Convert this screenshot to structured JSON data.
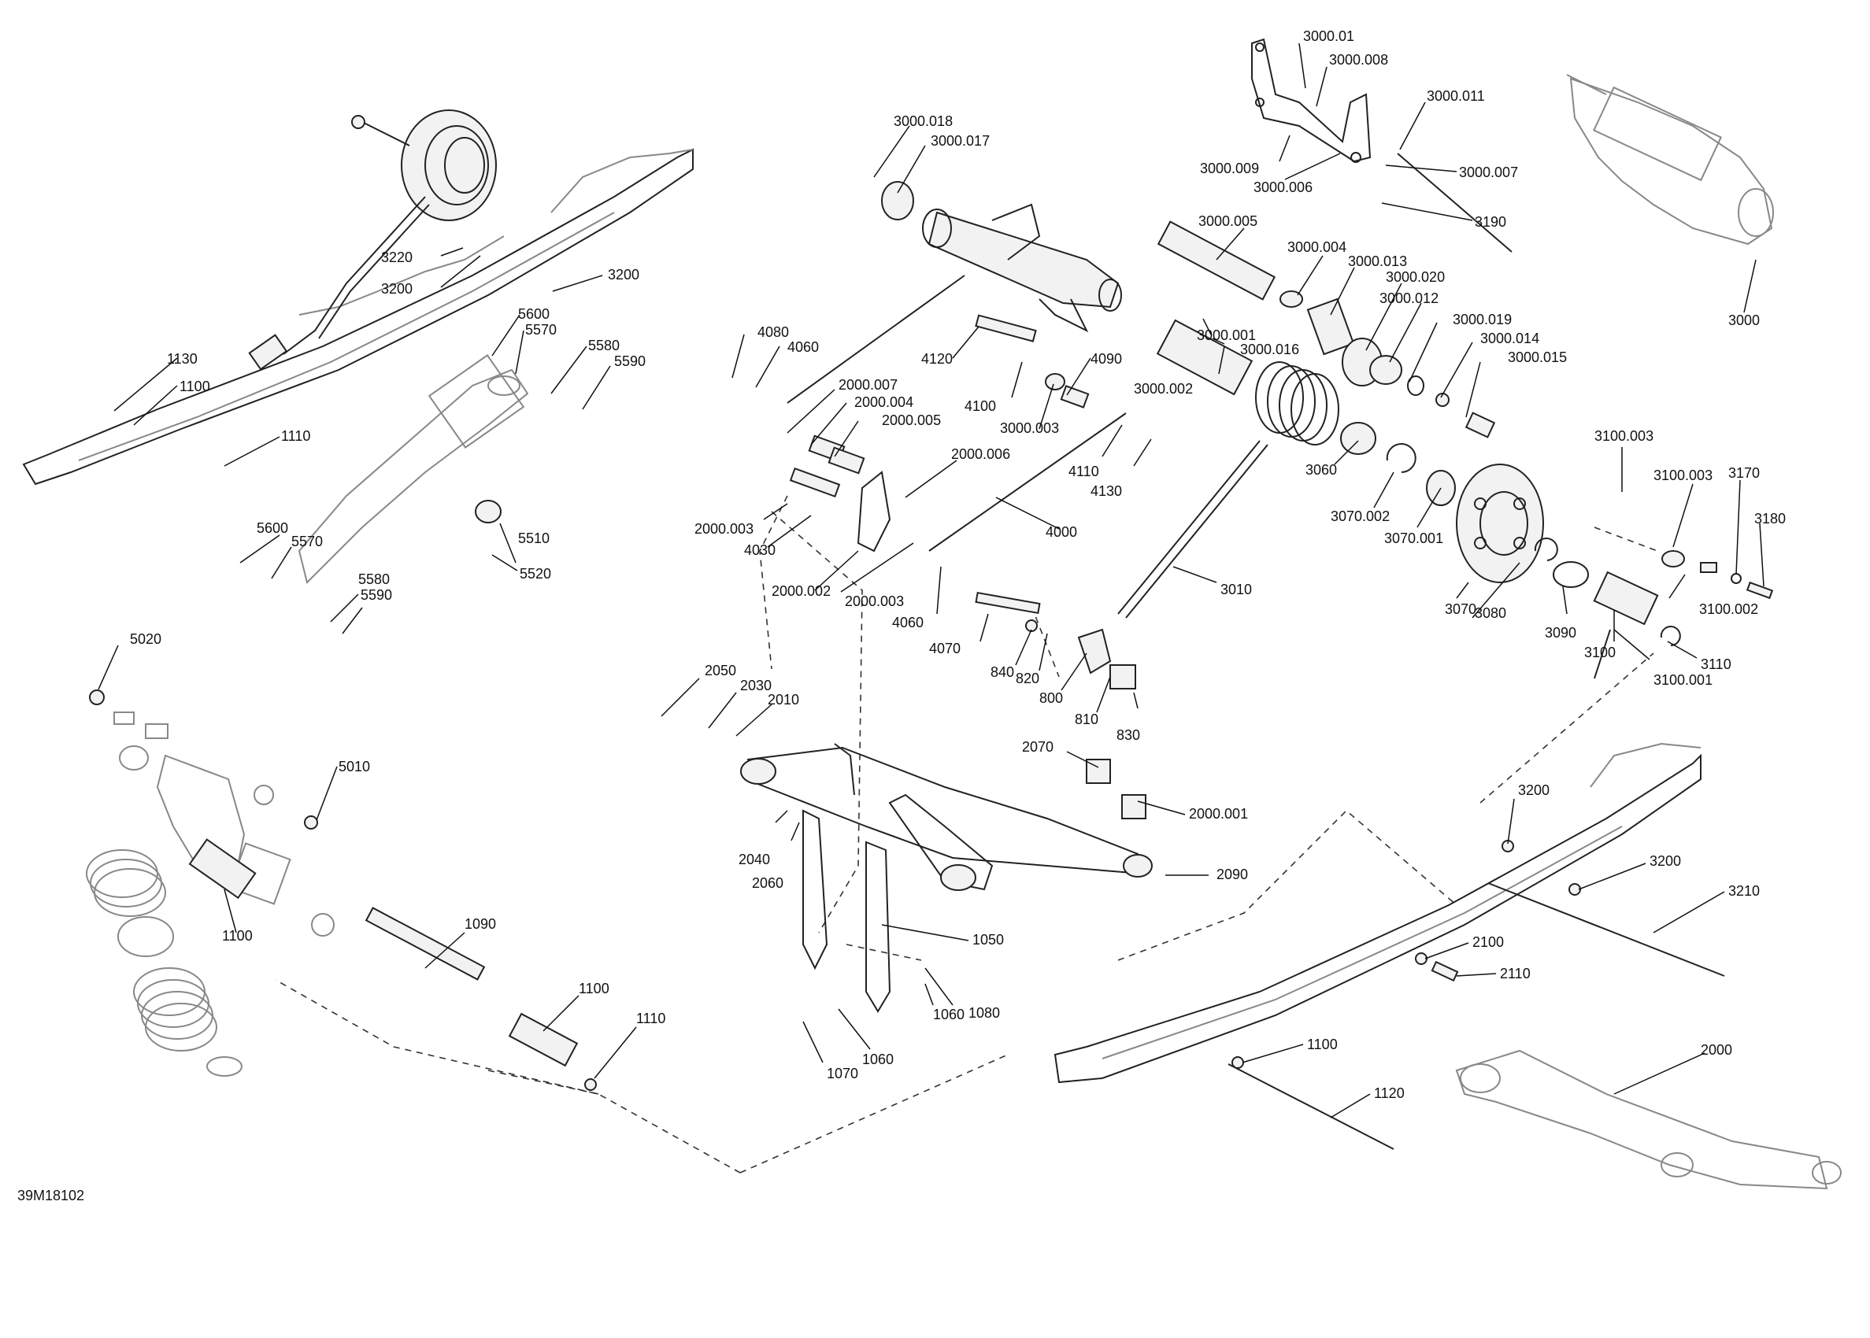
{
  "figure_code": "39M18102",
  "callouts": [
    {
      "id": "c01",
      "text": "3000.01"
    },
    {
      "id": "c02",
      "text": "3000.008"
    },
    {
      "id": "c03",
      "text": "3000.011"
    },
    {
      "id": "c04",
      "text": "3000.009"
    },
    {
      "id": "c05",
      "text": "3000.007"
    },
    {
      "id": "c06",
      "text": "3000.006"
    },
    {
      "id": "c07",
      "text": "3000.018"
    },
    {
      "id": "c08",
      "text": "3000.017"
    },
    {
      "id": "c09",
      "text": "3000.005"
    },
    {
      "id": "c10",
      "text": "3190"
    },
    {
      "id": "c11",
      "text": "3000"
    },
    {
      "id": "c12",
      "text": "3000.004"
    },
    {
      "id": "c13",
      "text": "3000.013"
    },
    {
      "id": "c14",
      "text": "3000.020"
    },
    {
      "id": "c15",
      "text": "3000.012"
    },
    {
      "id": "c16",
      "text": "3000.019"
    },
    {
      "id": "c17",
      "text": "3000.014"
    },
    {
      "id": "c18",
      "text": "3000.015"
    },
    {
      "id": "c19",
      "text": "3000.001"
    },
    {
      "id": "c20",
      "text": "3000.016"
    },
    {
      "id": "c21",
      "text": "3000.002"
    },
    {
      "id": "c22",
      "text": "3220"
    },
    {
      "id": "c23",
      "text": "3200"
    },
    {
      "id": "c24",
      "text": "3200"
    },
    {
      "id": "c25",
      "text": "5600"
    },
    {
      "id": "c26",
      "text": "5570"
    },
    {
      "id": "c27",
      "text": "5580"
    },
    {
      "id": "c28",
      "text": "5590"
    },
    {
      "id": "c29",
      "text": "1130"
    },
    {
      "id": "c30",
      "text": "1100"
    },
    {
      "id": "c31",
      "text": "1110"
    },
    {
      "id": "c32",
      "text": "4080"
    },
    {
      "id": "c33",
      "text": "4060"
    },
    {
      "id": "c34",
      "text": "2000.007"
    },
    {
      "id": "c35",
      "text": "2000.004"
    },
    {
      "id": "c36",
      "text": "2000.005"
    },
    {
      "id": "c37",
      "text": "4120"
    },
    {
      "id": "c38",
      "text": "4100"
    },
    {
      "id": "c39",
      "text": "4090"
    },
    {
      "id": "c40",
      "text": "3000.003"
    },
    {
      "id": "c41",
      "text": "2000.006"
    },
    {
      "id": "c42",
      "text": "4110"
    },
    {
      "id": "c43",
      "text": "4130"
    },
    {
      "id": "c44",
      "text": "3060"
    },
    {
      "id": "c45",
      "text": "3070.002"
    },
    {
      "id": "c46",
      "text": "3070.001"
    },
    {
      "id": "c47",
      "text": "3100.003"
    },
    {
      "id": "c48",
      "text": "3100.003"
    },
    {
      "id": "c49",
      "text": "3170"
    },
    {
      "id": "c50",
      "text": "3180"
    },
    {
      "id": "c51",
      "text": "5600"
    },
    {
      "id": "c52",
      "text": "5570"
    },
    {
      "id": "c53",
      "text": "5510"
    },
    {
      "id": "c54",
      "text": "5520"
    },
    {
      "id": "c55",
      "text": "5580"
    },
    {
      "id": "c56",
      "text": "5590"
    },
    {
      "id": "c57",
      "text": "2000.003"
    },
    {
      "id": "c58",
      "text": "4030"
    },
    {
      "id": "c59",
      "text": "4000"
    },
    {
      "id": "c60",
      "text": "2000.002"
    },
    {
      "id": "c61",
      "text": "2000.003"
    },
    {
      "id": "c62",
      "text": "4060"
    },
    {
      "id": "c63",
      "text": "4070"
    },
    {
      "id": "c64",
      "text": "3010"
    },
    {
      "id": "c65",
      "text": "3070"
    },
    {
      "id": "c66",
      "text": "3080"
    },
    {
      "id": "c67",
      "text": "3090"
    },
    {
      "id": "c68",
      "text": "3100"
    },
    {
      "id": "c69",
      "text": "3100.002"
    },
    {
      "id": "c70",
      "text": "3110"
    },
    {
      "id": "c71",
      "text": "3100.001"
    },
    {
      "id": "c72",
      "text": "840"
    },
    {
      "id": "c73",
      "text": "820"
    },
    {
      "id": "c74",
      "text": "800"
    },
    {
      "id": "c75",
      "text": "810"
    },
    {
      "id": "c76",
      "text": "830"
    },
    {
      "id": "c77",
      "text": "5020"
    },
    {
      "id": "c78",
      "text": "5010"
    },
    {
      "id": "c79",
      "text": "1100"
    },
    {
      "id": "c80",
      "text": "1090"
    },
    {
      "id": "c81",
      "text": "1100"
    },
    {
      "id": "c82",
      "text": "1110"
    },
    {
      "id": "c83",
      "text": "2050"
    },
    {
      "id": "c84",
      "text": "2030"
    },
    {
      "id": "c85",
      "text": "2010"
    },
    {
      "id": "c86",
      "text": "2070"
    },
    {
      "id": "c87",
      "text": "2000.001"
    },
    {
      "id": "c88",
      "text": "2040"
    },
    {
      "id": "c89",
      "text": "2060"
    },
    {
      "id": "c90",
      "text": "2090"
    },
    {
      "id": "c91",
      "text": "1050"
    },
    {
      "id": "c92",
      "text": "1060"
    },
    {
      "id": "c93",
      "text": "1080"
    },
    {
      "id": "c94",
      "text": "1060"
    },
    {
      "id": "c95",
      "text": "1070"
    },
    {
      "id": "c96",
      "text": "3200"
    },
    {
      "id": "c97",
      "text": "3200"
    },
    {
      "id": "c98",
      "text": "3210"
    },
    {
      "id": "c99",
      "text": "2100"
    },
    {
      "id": "c100",
      "text": "2110"
    },
    {
      "id": "c101",
      "text": "1100"
    },
    {
      "id": "c102",
      "text": "1120"
    },
    {
      "id": "c103",
      "text": "2000"
    }
  ]
}
